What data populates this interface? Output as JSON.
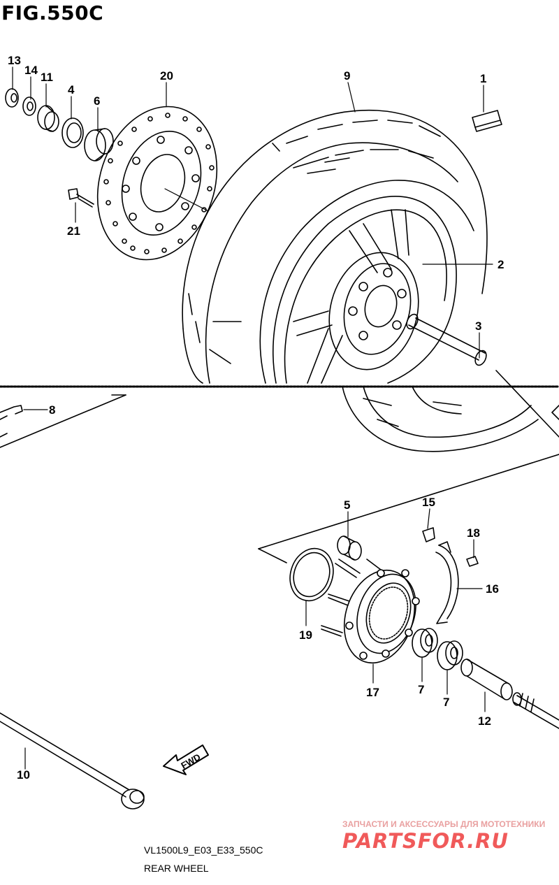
{
  "figure": {
    "title": "FIG.550C",
    "code": "VL1500L9_E03_E33_550C",
    "caption": "REAR WHEEL"
  },
  "fwd_label": "FWD",
  "watermark": {
    "line1": "ЗАПЧАСТИ И АКСЕССУАРЫ ДЛЯ МОТОТЕХНИКИ",
    "logo": "PARTSFOR.RU"
  },
  "callouts": [
    "1",
    "2",
    "3",
    "4",
    "5",
    "6",
    "7",
    "8",
    "9",
    "10",
    "11",
    "12",
    "13",
    "14",
    "15",
    "16",
    "17",
    "18",
    "19",
    "20",
    "21"
  ],
  "colors": {
    "line": "#000000",
    "watermark": "#f05a5a"
  }
}
